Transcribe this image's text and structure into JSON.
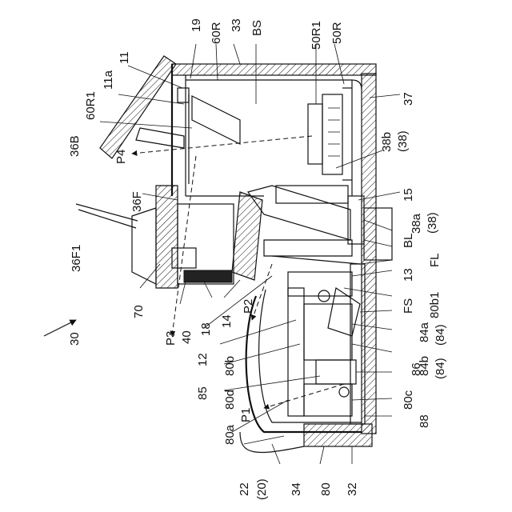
{
  "figure": {
    "labels": [
      {
        "key": "ref-19",
        "text": "19"
      },
      {
        "key": "ref-60R",
        "text": "60R"
      },
      {
        "key": "ref-33",
        "text": "33"
      },
      {
        "key": "ref-BS",
        "text": "BS"
      },
      {
        "key": "ref-50R1",
        "text": "50R1"
      },
      {
        "key": "ref-50R",
        "text": "50R"
      },
      {
        "key": "ref-11",
        "text": "11"
      },
      {
        "key": "ref-11a",
        "text": "11a"
      },
      {
        "key": "ref-60R1",
        "text": "60R1"
      },
      {
        "key": "ref-37",
        "text": "37"
      },
      {
        "key": "ref-36B",
        "text": "36B"
      },
      {
        "key": "ref-P4",
        "text": "P4"
      },
      {
        "key": "ref-38b",
        "text": "38b"
      },
      {
        "key": "ref-38b-paren",
        "text": "(38)"
      },
      {
        "key": "ref-36F",
        "text": "36F"
      },
      {
        "key": "ref-15",
        "text": "15"
      },
      {
        "key": "ref-38a",
        "text": "38a"
      },
      {
        "key": "ref-38a-paren",
        "text": "(38)"
      },
      {
        "key": "ref-36F1",
        "text": "36F1"
      },
      {
        "key": "ref-BL",
        "text": "BL"
      },
      {
        "key": "ref-FL",
        "text": "FL"
      },
      {
        "key": "ref-13",
        "text": "13"
      },
      {
        "key": "ref-30",
        "text": "30"
      },
      {
        "key": "ref-70",
        "text": "70"
      },
      {
        "key": "ref-P2",
        "text": "P2"
      },
      {
        "key": "ref-80b1",
        "text": "80b1"
      },
      {
        "key": "ref-FS",
        "text": "FS"
      },
      {
        "key": "ref-P3",
        "text": "P3"
      },
      {
        "key": "ref-40",
        "text": "40"
      },
      {
        "key": "ref-18",
        "text": "18"
      },
      {
        "key": "ref-14",
        "text": "14"
      },
      {
        "key": "ref-84a",
        "text": "84a"
      },
      {
        "key": "ref-84a-paren",
        "text": "(84)"
      },
      {
        "key": "ref-12",
        "text": "12"
      },
      {
        "key": "ref-80b",
        "text": "80b"
      },
      {
        "key": "ref-84b",
        "text": "84b"
      },
      {
        "key": "ref-84b-paren",
        "text": "(84)"
      },
      {
        "key": "ref-86",
        "text": "86"
      },
      {
        "key": "ref-85",
        "text": "85"
      },
      {
        "key": "ref-80d",
        "text": "80d"
      },
      {
        "key": "ref-80c",
        "text": "80c"
      },
      {
        "key": "ref-P1",
        "text": "P1"
      },
      {
        "key": "ref-80a",
        "text": "80a"
      },
      {
        "key": "ref-88",
        "text": "88"
      },
      {
        "key": "ref-22",
        "text": "22"
      },
      {
        "key": "ref-22-paren",
        "text": "(20)"
      },
      {
        "key": "ref-34",
        "text": "34"
      },
      {
        "key": "ref-80",
        "text": "80"
      },
      {
        "key": "ref-32",
        "text": "32"
      }
    ]
  }
}
